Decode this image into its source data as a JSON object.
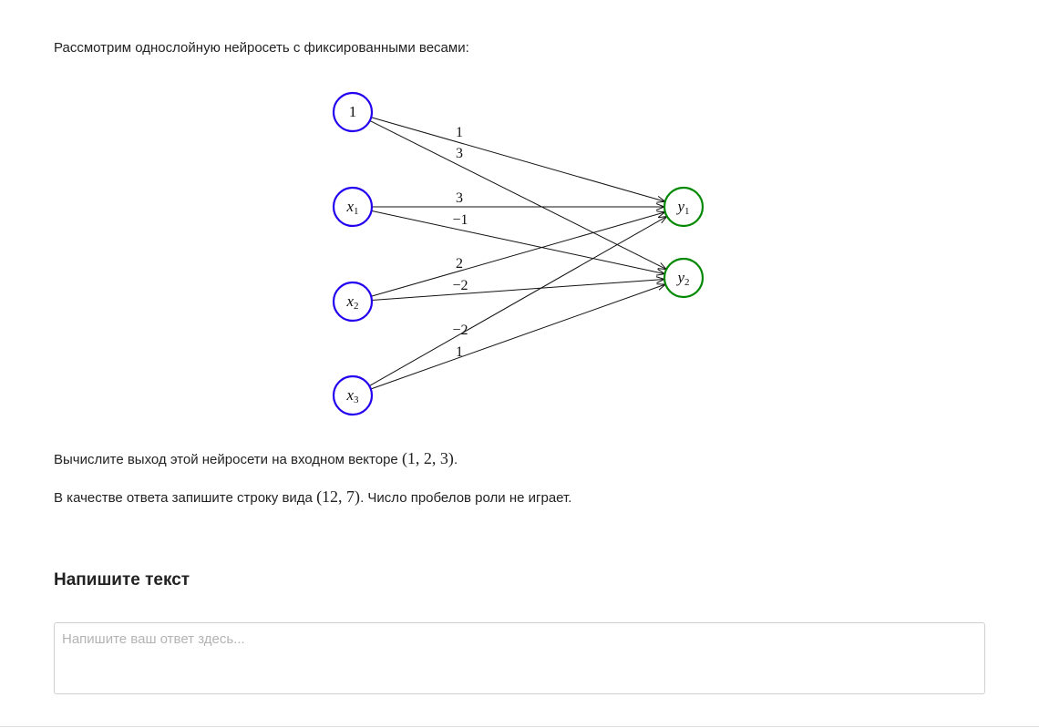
{
  "problem": {
    "intro": "Рассмотрим однослойную нейросеть с фиксированными весами:",
    "question_text": "Вычислите выход этой нейросети на входном векторе ",
    "question_vector": "(1, 2, 3)",
    "question_end": ".",
    "answer_format_text": "В качестве ответа запишите строку вида ",
    "answer_format_example": "(12, 7)",
    "answer_format_end": ". Число пробелов роли не играет."
  },
  "network": {
    "input_node_color": "#2200ee",
    "output_node_color": "#008800",
    "inputs": [
      {
        "label": "1",
        "sub": ""
      },
      {
        "label": "x",
        "sub": "1"
      },
      {
        "label": "x",
        "sub": "2"
      },
      {
        "label": "x",
        "sub": "3"
      }
    ],
    "outputs": [
      {
        "label": "y",
        "sub": "1"
      },
      {
        "label": "y",
        "sub": "2"
      }
    ],
    "weights": [
      {
        "from": 0,
        "to": 0,
        "value": "1"
      },
      {
        "from": 0,
        "to": 1,
        "value": "3"
      },
      {
        "from": 1,
        "to": 0,
        "value": "3"
      },
      {
        "from": 1,
        "to": 1,
        "value": "−1"
      },
      {
        "from": 2,
        "to": 0,
        "value": "2"
      },
      {
        "from": 2,
        "to": 1,
        "value": "−2"
      },
      {
        "from": 3,
        "to": 0,
        "value": "−2"
      },
      {
        "from": 3,
        "to": 1,
        "value": "1"
      }
    ]
  },
  "answer_section": {
    "title": "Напишите текст",
    "placeholder": "Напишите ваш ответ здесь..."
  }
}
